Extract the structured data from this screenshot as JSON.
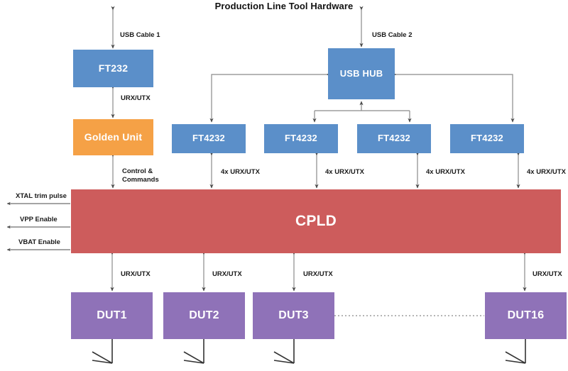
{
  "title": "Production Line Tool Hardware",
  "colors": {
    "blue": "#5b8fc9",
    "orange": "#f5a146",
    "red": "#cd5c5c",
    "purple": "#8f72b8",
    "wire": "#8a8a8a",
    "wire_dark": "#404040",
    "text": "#1a1a1a"
  },
  "nodes": {
    "ft232": "FT232",
    "golden_unit": "Golden Unit",
    "usb_hub": "USB HUB",
    "ft4232_1": "FT4232",
    "ft4232_2": "FT4232",
    "ft4232_3": "FT4232",
    "ft4232_4": "FT4232",
    "cpld": "CPLD",
    "dut1": "DUT1",
    "dut2": "DUT2",
    "dut3": "DUT3",
    "dut16": "DUT16"
  },
  "edge_labels": {
    "usb_cable_1": "USB Cable 1",
    "usb_cable_2": "USB Cable 2",
    "golden_urx": "URX/UTX",
    "control_commands_line1": "Control &",
    "control_commands_line2": "Commands",
    "four_x_urx_1": "4x URX/UTX",
    "four_x_urx_2": "4x URX/UTX",
    "four_x_urx_3": "4x URX/UTX",
    "four_x_urx_4": "4x URX/UTX",
    "dut1_urx": "URX/UTX",
    "dut2_urx": "URX/UTX",
    "dut3_urx": "URX/UTX",
    "dut16_urx": "URX/UTX"
  },
  "cpld_outputs": {
    "xtal": "XTAL trim pulse",
    "vpp": "VPP Enable",
    "vbat": "VBAT Enable"
  }
}
